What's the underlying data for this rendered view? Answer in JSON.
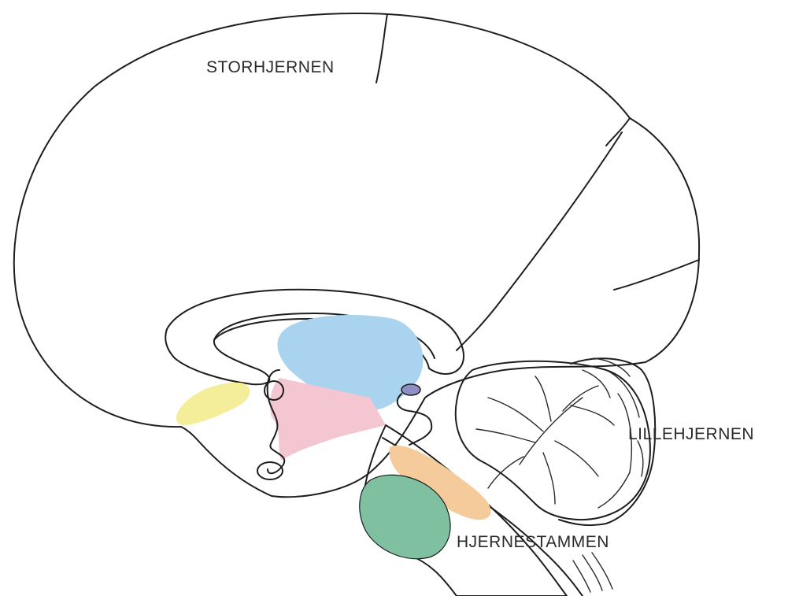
{
  "labels": {
    "cerebrum": "STORHJERNEN",
    "cerebellum": "LILLEHJERNEN",
    "brainstem": "HJERNESTAMMEN"
  },
  "colors": {
    "brain_fill": "#e8e8ea",
    "background": "#ffffff",
    "outline": "#1e1e1e",
    "thalamus": "#a9d3ef",
    "hypothalamus": "#f3c6d2",
    "olfactory_bulb": "#f4ee9a",
    "pons": "#f6cb9c",
    "medulla": "#7fc0a0",
    "pineal_gland": "#8f8fc6"
  }
}
